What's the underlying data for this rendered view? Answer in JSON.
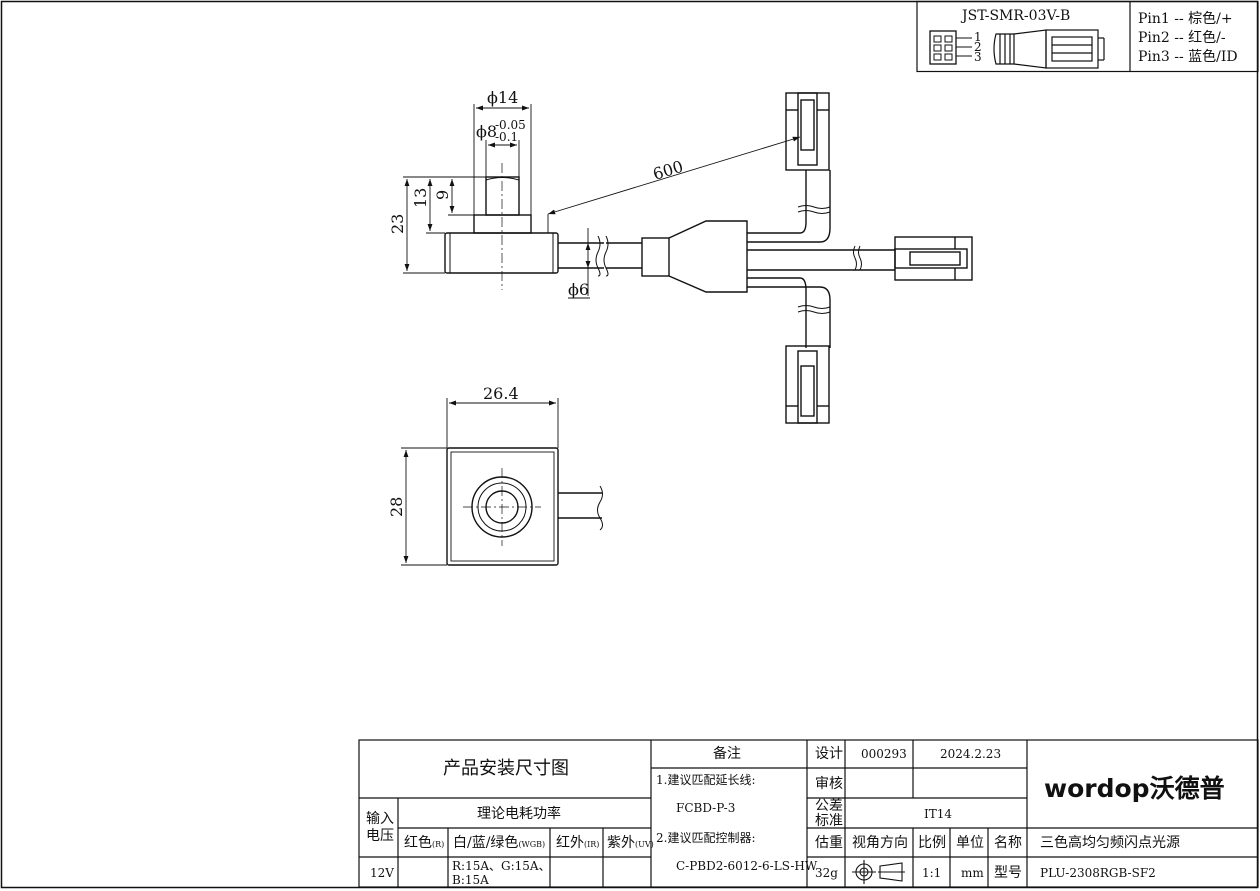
{
  "connector": {
    "model": "JST-SMR-03V-B",
    "pin_numbers": [
      "1",
      "2",
      "3"
    ],
    "pins": [
      "Pin1 -- 棕色/+",
      "Pin2 -- 红色/-",
      "Pin3 -- 蓝色/ID"
    ]
  },
  "dimensions": {
    "d14": "ϕ14",
    "d8": "ϕ8",
    "tol_upper": "-0.05",
    "tol_lower": "-0.1",
    "h9": "9",
    "h13": "13",
    "h23": "23",
    "cable_len": "600",
    "d6": "ϕ6",
    "w26": "26.4",
    "h28": "28"
  },
  "title_block": {
    "drawing_title": "产品安装尺寸图",
    "input_voltage_label": "输入电压",
    "power_label": "理论电耗功率",
    "col_red": "红色",
    "col_red_sub": "(R)",
    "col_rgb": "白/蓝/绿色",
    "col_rgb_sub": "(WGB)",
    "col_ir": "红外",
    "col_ir_sub": "(IR)",
    "col_uv": "紫外",
    "col_uv_sub": "(UV)",
    "voltage": "12V",
    "rgb_value_1": "R:15A、G:15A、",
    "rgb_value_2": "B:15A",
    "notes_label": "备注",
    "note1": "1.建议匹配延长线:",
    "note1_value": "FCBD-P-3",
    "note2": "2.建议匹配控制器:",
    "note2_value": "C-PBD2-6012-6-LS-HW",
    "design_label": "设计",
    "design_no": "000293",
    "design_date": "2024.2.23",
    "review_label": "审核",
    "tolerance_label_1": "公差",
    "tolerance_label_2": "标准",
    "tolerance_value": "IT14",
    "weight_label": "估重",
    "weight_value": "32g",
    "view_label": "视角方向",
    "scale_label": "比例",
    "scale_value": "1:1",
    "unit_label": "单位",
    "unit_value": "mm",
    "name_label": "名称",
    "name_value": "三色高均匀频闪点光源",
    "model_label": "型号",
    "model_value": "PLU-2308RGB-SF2",
    "logo": "wordop沃德普"
  }
}
